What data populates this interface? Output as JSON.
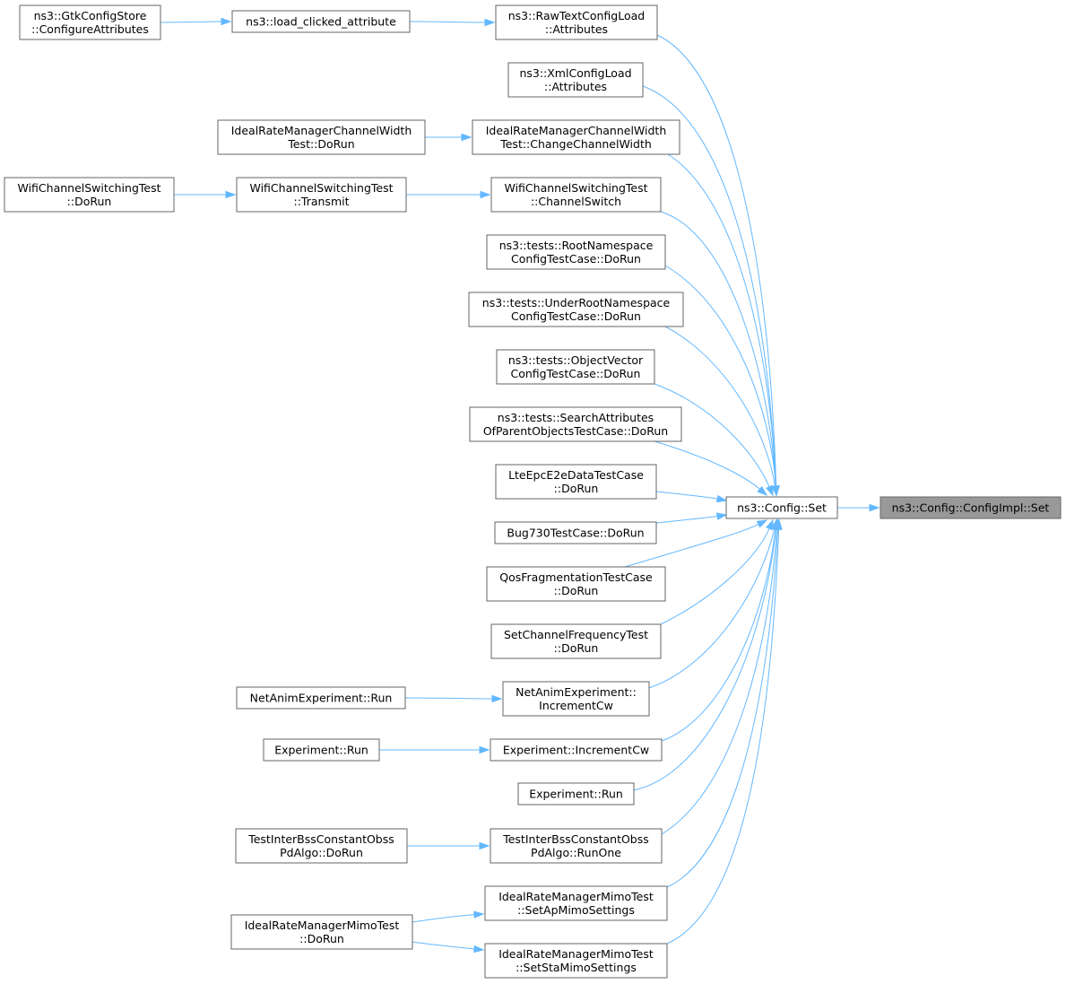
{
  "graph_type": "caller graph",
  "colors": {
    "edge": "#63b8ff",
    "node_border": "#666666",
    "target_fill": "#999999",
    "node_fill": "#ffffff"
  },
  "nodes": [
    {
      "id": "target",
      "lines": [
        "ns3::Config::ConfigImpl::Set"
      ],
      "kind": "target"
    },
    {
      "id": "cfgset",
      "lines": [
        "ns3::Config::Set"
      ]
    },
    {
      "id": "rawtext",
      "lines": [
        "ns3::RawTextConfigLoad",
        "::Attributes"
      ]
    },
    {
      "id": "loadclick",
      "lines": [
        "ns3::load_clicked_attribute"
      ]
    },
    {
      "id": "gtk",
      "lines": [
        "ns3::GtkConfigStore",
        "::ConfigureAttributes"
      ]
    },
    {
      "id": "xml",
      "lines": [
        "ns3::XmlConfigLoad",
        "::Attributes"
      ]
    },
    {
      "id": "irmcw_change",
      "lines": [
        "IdealRateManagerChannelWidth",
        "Test::ChangeChannelWidth"
      ]
    },
    {
      "id": "irmcw_dorun",
      "lines": [
        "IdealRateManagerChannelWidth",
        "Test::DoRun"
      ]
    },
    {
      "id": "wcs_switch",
      "lines": [
        "WifiChannelSwitchingTest",
        "::ChannelSwitch"
      ]
    },
    {
      "id": "wcs_transmit",
      "lines": [
        "WifiChannelSwitchingTest",
        "::Transmit"
      ]
    },
    {
      "id": "wcs_dorun",
      "lines": [
        "WifiChannelSwitchingTest",
        "::DoRun"
      ]
    },
    {
      "id": "rootns",
      "lines": [
        "ns3::tests::RootNamespace",
        "ConfigTestCase::DoRun"
      ]
    },
    {
      "id": "underroot",
      "lines": [
        "ns3::tests::UnderRootNamespace",
        "ConfigTestCase::DoRun"
      ]
    },
    {
      "id": "objvec",
      "lines": [
        "ns3::tests::ObjectVector",
        "ConfigTestCase::DoRun"
      ]
    },
    {
      "id": "searchattr",
      "lines": [
        "ns3::tests::SearchAttributes",
        "OfParentObjectsTestCase::DoRun"
      ]
    },
    {
      "id": "lteepc",
      "lines": [
        "LteEpcE2eDataTestCase",
        "::DoRun"
      ]
    },
    {
      "id": "bug730",
      "lines": [
        "Bug730TestCase::DoRun"
      ]
    },
    {
      "id": "qosfrag",
      "lines": [
        "QosFragmentationTestCase",
        "::DoRun"
      ]
    },
    {
      "id": "setchanfreq",
      "lines": [
        "SetChannelFrequencyTest",
        "::DoRun"
      ]
    },
    {
      "id": "netanim_inc",
      "lines": [
        "NetAnimExperiment::",
        "IncrementCw"
      ]
    },
    {
      "id": "netanim_run",
      "lines": [
        "NetAnimExperiment::Run"
      ]
    },
    {
      "id": "exp_inc",
      "lines": [
        "Experiment::IncrementCw"
      ]
    },
    {
      "id": "exp_run1",
      "lines": [
        "Experiment::Run"
      ]
    },
    {
      "id": "exp_run2",
      "lines": [
        "Experiment::Run"
      ]
    },
    {
      "id": "tib_runone",
      "lines": [
        "TestInterBssConstantObss",
        "PdAlgo::RunOne"
      ]
    },
    {
      "id": "tib_dorun",
      "lines": [
        "TestInterBssConstantObss",
        "PdAlgo::DoRun"
      ]
    },
    {
      "id": "irmm_ap",
      "lines": [
        "IdealRateManagerMimoTest",
        "::SetApMimoSettings"
      ]
    },
    {
      "id": "irmm_sta",
      "lines": [
        "IdealRateManagerMimoTest",
        "::SetStaMimoSettings"
      ]
    },
    {
      "id": "irmm_dorun",
      "lines": [
        "IdealRateManagerMimoTest",
        "::DoRun"
      ]
    }
  ],
  "edges": [
    {
      "from": "cfgset",
      "to": "target"
    },
    {
      "from": "rawtext",
      "to": "cfgset"
    },
    {
      "from": "loadclick",
      "to": "rawtext"
    },
    {
      "from": "gtk",
      "to": "loadclick"
    },
    {
      "from": "xml",
      "to": "cfgset"
    },
    {
      "from": "irmcw_change",
      "to": "cfgset"
    },
    {
      "from": "irmcw_dorun",
      "to": "irmcw_change"
    },
    {
      "from": "wcs_switch",
      "to": "cfgset"
    },
    {
      "from": "wcs_transmit",
      "to": "wcs_switch"
    },
    {
      "from": "wcs_dorun",
      "to": "wcs_transmit"
    },
    {
      "from": "rootns",
      "to": "cfgset"
    },
    {
      "from": "underroot",
      "to": "cfgset"
    },
    {
      "from": "objvec",
      "to": "cfgset"
    },
    {
      "from": "searchattr",
      "to": "cfgset"
    },
    {
      "from": "lteepc",
      "to": "cfgset"
    },
    {
      "from": "bug730",
      "to": "cfgset"
    },
    {
      "from": "qosfrag",
      "to": "cfgset"
    },
    {
      "from": "setchanfreq",
      "to": "cfgset"
    },
    {
      "from": "netanim_inc",
      "to": "cfgset"
    },
    {
      "from": "netanim_run",
      "to": "netanim_inc"
    },
    {
      "from": "exp_inc",
      "to": "cfgset"
    },
    {
      "from": "exp_run1",
      "to": "exp_inc"
    },
    {
      "from": "exp_run2",
      "to": "cfgset"
    },
    {
      "from": "tib_runone",
      "to": "cfgset"
    },
    {
      "from": "tib_dorun",
      "to": "tib_runone"
    },
    {
      "from": "irmm_ap",
      "to": "cfgset"
    },
    {
      "from": "irmm_sta",
      "to": "cfgset"
    },
    {
      "from": "irmm_dorun",
      "to": "irmm_ap"
    },
    {
      "from": "irmm_dorun",
      "to": "irmm_sta"
    }
  ]
}
